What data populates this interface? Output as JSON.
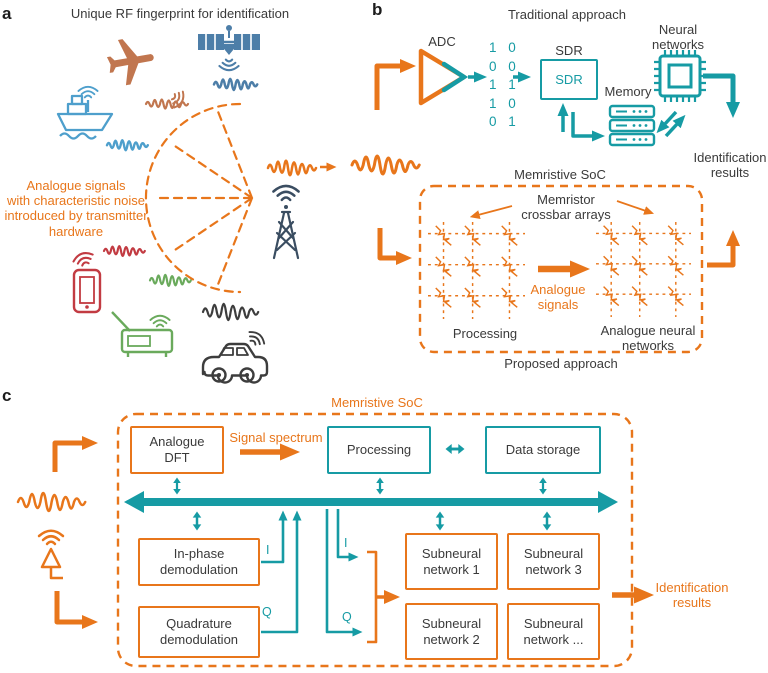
{
  "figure": {
    "panel_a": {
      "label": "a",
      "title": "Unique RF fingerprint for identification",
      "annotation": "Analogue signals\nwith characteristic noise\nintroduced by transmitter\nhardware"
    },
    "panel_b": {
      "label": "b",
      "title": "Traditional approach",
      "adc_label": "ADC",
      "bits": [
        "1 0",
        "0 0",
        "1 1",
        "1 0",
        "0 1"
      ],
      "sdr_label": "SDR",
      "sdr_box": "SDR",
      "memory_label": "Memory",
      "neural_networks_label": "Neural\nnetworks",
      "identification_results": "Identification\nresults",
      "soc_label": "Memristive SoC",
      "crossbar_label": "Memristor\ncrossbar arrays",
      "analogue_signals": "Analogue\nsignals",
      "processing_label": "Processing",
      "analogue_nn_label": "Analogue neural\nnetworks",
      "proposed_label": "Proposed approach"
    },
    "panel_c": {
      "label": "c",
      "soc_label": "Memristive SoC",
      "analogue_dft": "Analogue\nDFT",
      "signal_spectrum": "Signal spectrum",
      "processing": "Processing",
      "data_storage": "Data storage",
      "inphase": "In-phase\ndemodulation",
      "quadrature": "Quadrature\ndemodulation",
      "subnet1": "Subneural\nnetwork 1",
      "subnet2": "Subneural\nnetwork 2",
      "subnet3": "Subneural\nnetwork 3",
      "subnet_more": "Subneural\nnetwork ...",
      "i_label": "I",
      "q_label": "Q",
      "identification_results": "Identification\nresults"
    },
    "colors": {
      "orange": "#E8761B",
      "teal": "#169BA4",
      "terracotta": "#C1764F",
      "satellite_blue": "#4D7EA8",
      "ship_blue": "#4E9FCC",
      "red": "#C23B42",
      "green": "#6AAA5C",
      "dark_gray": "#3D3D3D",
      "slate": "#3A4D61",
      "text": "#3A3A3A"
    }
  }
}
